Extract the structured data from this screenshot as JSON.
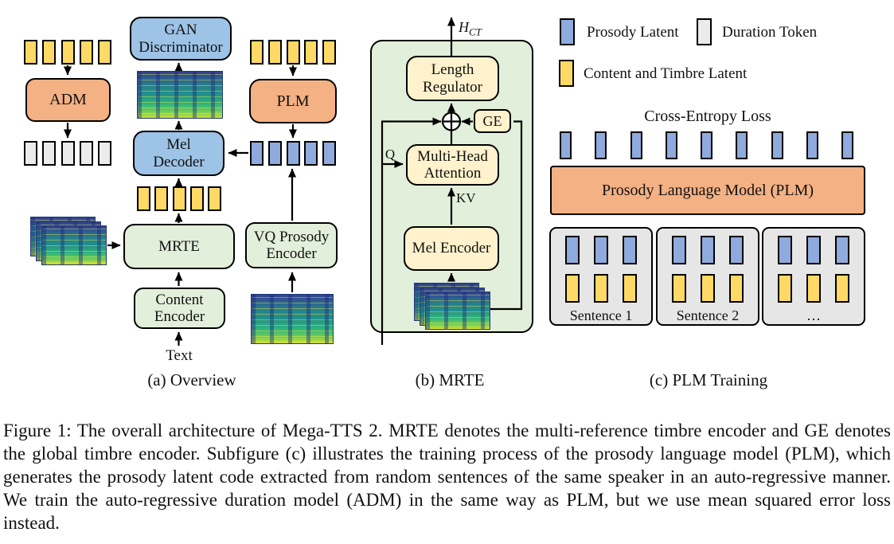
{
  "figure_caption": "Figure 1: The overall architecture of Mega-TTS 2. MRTE denotes the multi-reference timbre encoder and GE denotes the global timbre encoder. Subfigure (c) illustrates the training process of the prosody language model (PLM), which generates the prosody latent code extracted from random sentences of the same speaker in an auto-regressive manner. We train the auto-regressive duration model (ADM) in the same way as PLM, but we use mean squared error loss instead.",
  "panel_a": {
    "caption": "(a) Overview",
    "adm_label": "ADM",
    "gan_label": "GAN Discriminator",
    "mel_decoder_label": "Mel Decoder",
    "plm_label": "PLM",
    "mrte_label": "MRTE",
    "content_encoder_label": "Content Encoder",
    "vq_prosody_encoder_label": "VQ Prosody Encoder",
    "text_input_label": "Text"
  },
  "panel_b": {
    "caption": "(b) MRTE",
    "hct_main": "H",
    "hct_sub": "CT",
    "length_regulator_label": "Length Regulator",
    "ge_label": "GE",
    "multi_head_attention_label": "Multi-Head Attention",
    "q_label": "Q",
    "kv_label": "KV",
    "mel_encoder_label": "Mel Encoder"
  },
  "panel_c": {
    "caption": "(c) PLM Training",
    "legend": [
      {
        "label": "Prosody Latent",
        "color": "#8FAADC"
      },
      {
        "label": "Duration Token",
        "color": "#EBEBEB"
      },
      {
        "label": "Content and Timbre Latent",
        "color": "#FFD966"
      }
    ],
    "cross_entropy_label": "Cross-Entropy Loss",
    "plm_box_label": "Prosody Language Model (PLM)",
    "sentences": [
      "Sentence 1",
      "Sentence 2",
      "…"
    ]
  },
  "colors": {
    "model_box_orange": "#F4B183",
    "model_box_blue": "#9DC3E6",
    "model_box_green": "#E2EFDA",
    "model_box_cream": "#FFF2CC",
    "prosody_latent_token": "#8FAADC",
    "content_timbre_token": "#FFD966",
    "duration_token": "#EBEBEB",
    "outline": "#000000"
  }
}
